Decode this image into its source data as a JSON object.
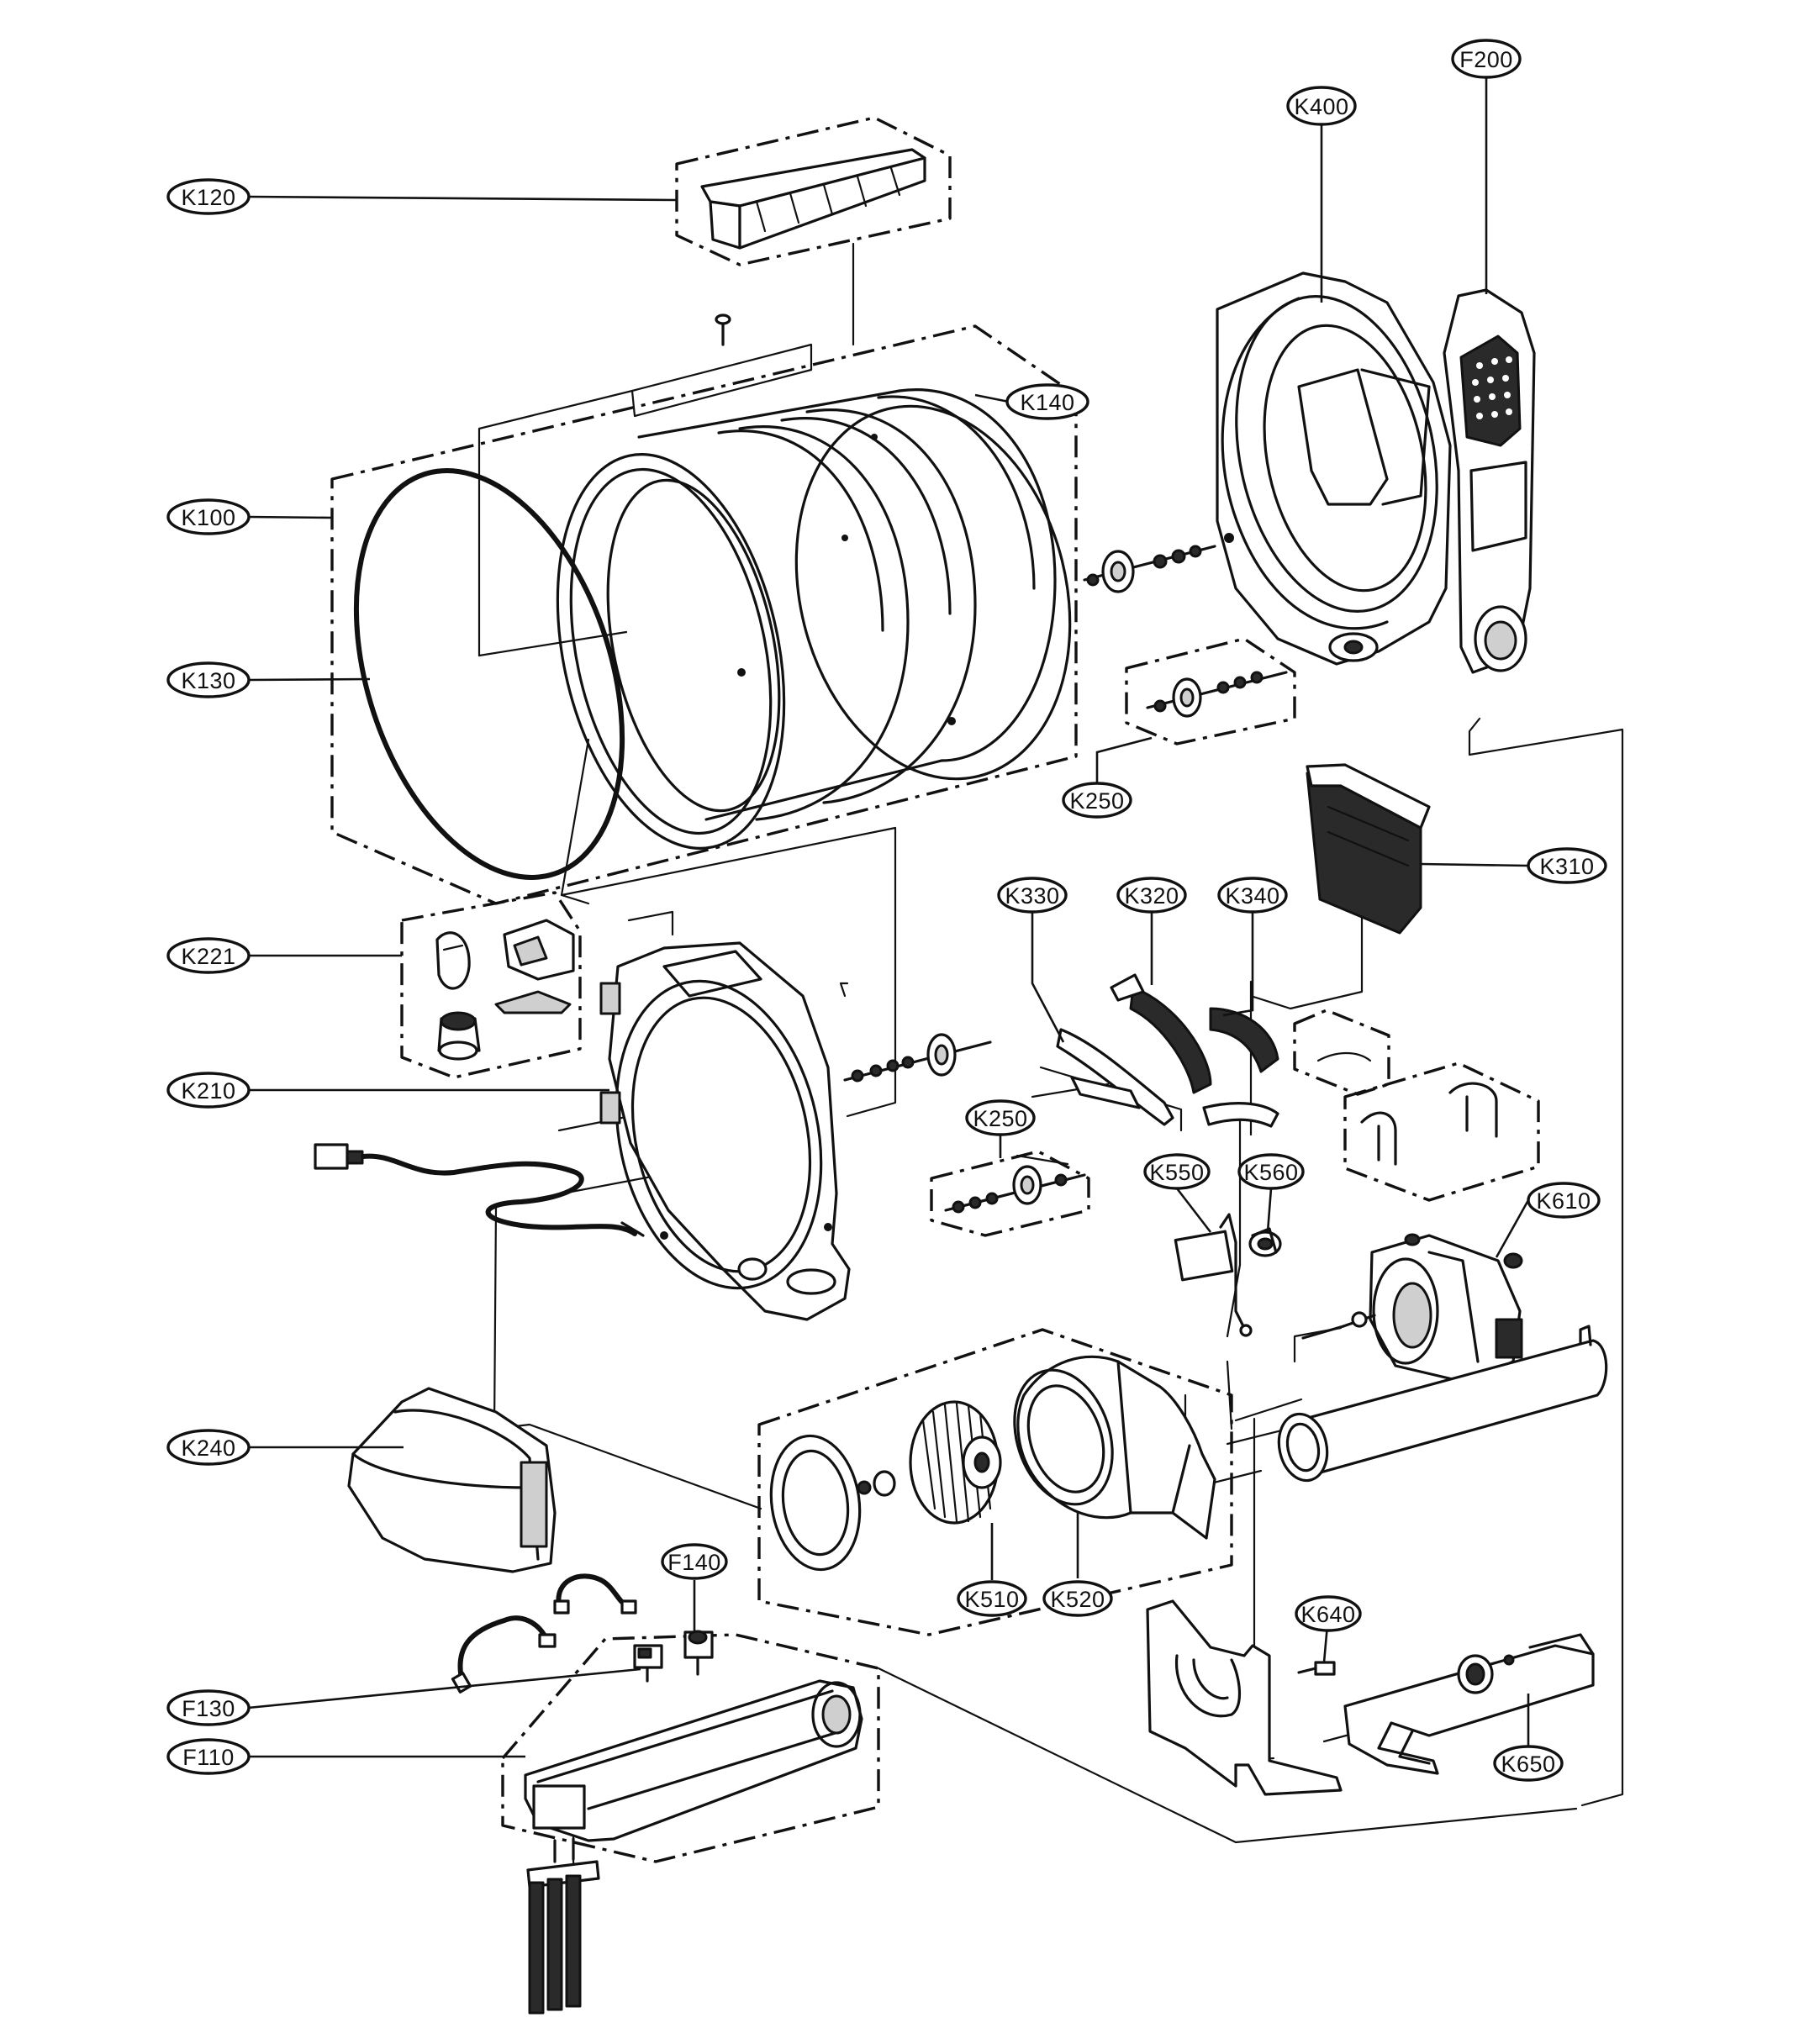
{
  "diagram": {
    "labels": [
      {
        "id": "lbl-k120",
        "text": "K120"
      },
      {
        "id": "lbl-k140",
        "text": "K140"
      },
      {
        "id": "lbl-k100",
        "text": "K100"
      },
      {
        "id": "lbl-k130",
        "text": "K130"
      },
      {
        "id": "lbl-k400",
        "text": "K400"
      },
      {
        "id": "lbl-f200",
        "text": "F200"
      },
      {
        "id": "lbl-k250-top",
        "text": "K250"
      },
      {
        "id": "lbl-k310",
        "text": "K310"
      },
      {
        "id": "lbl-k330",
        "text": "K330"
      },
      {
        "id": "lbl-k320",
        "text": "K320"
      },
      {
        "id": "lbl-k340",
        "text": "K340"
      },
      {
        "id": "lbl-k221",
        "text": "K221"
      },
      {
        "id": "lbl-k210",
        "text": "K210"
      },
      {
        "id": "lbl-k250-mid",
        "text": "K250"
      },
      {
        "id": "lbl-k550",
        "text": "K550"
      },
      {
        "id": "lbl-k560",
        "text": "K560"
      },
      {
        "id": "lbl-k610",
        "text": "K610"
      },
      {
        "id": "lbl-k240",
        "text": "K240"
      },
      {
        "id": "lbl-f140",
        "text": "F140"
      },
      {
        "id": "lbl-k510",
        "text": "K510"
      },
      {
        "id": "lbl-k520",
        "text": "K520"
      },
      {
        "id": "lbl-k640",
        "text": "K640"
      },
      {
        "id": "lbl-f130",
        "text": "F130"
      },
      {
        "id": "lbl-f110",
        "text": "F110"
      },
      {
        "id": "lbl-k650",
        "text": "K650"
      }
    ]
  }
}
